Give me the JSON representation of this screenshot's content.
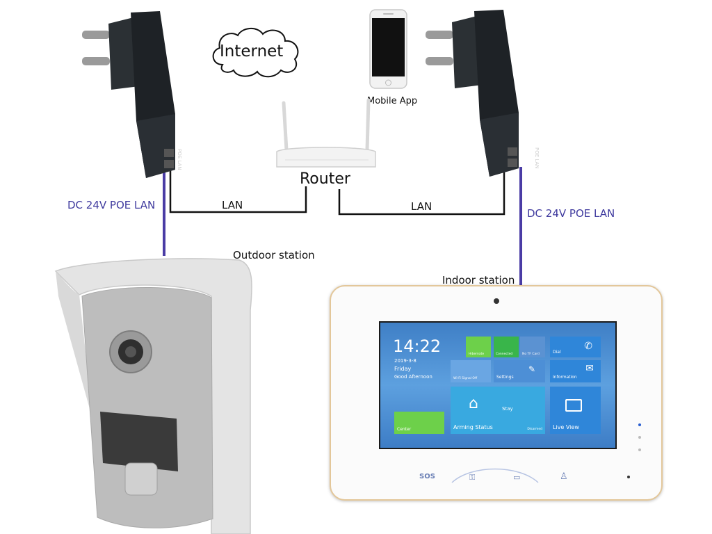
{
  "labels": {
    "internet": "Internet",
    "mobile_app": "Mobile App",
    "router": "Router",
    "lan_left": "LAN",
    "lan_right": "LAN",
    "poe_left": "DC 24V POE LAN",
    "poe_right": "DC 24V POE LAN",
    "outdoor_station": "Outdoor  station",
    "indoor_station": "Indoor station"
  },
  "adapter_text": "POE LAN",
  "indoor_screen": {
    "time": "14:22",
    "date": "2019-3-8",
    "day": "Friday",
    "greeting": "Good Afternoon",
    "tiles": {
      "hibernate": "Hibernate",
      "connected": "Connected",
      "no_tf_card": "No TF Card",
      "dial": "Dial",
      "wifi": "Wi-Fi Signal Off",
      "settings": "Settings",
      "information": "Information",
      "center": "Center",
      "stay": "Stay",
      "arming_status": "Arming Status",
      "disarmed": "Disarmed",
      "live_view": "Live View"
    },
    "sos": "SOS"
  },
  "colors": {
    "poe_line": "#4a3ca5",
    "lan_line": "#111111",
    "adapter_body": "#1e2226",
    "screen_blue": "#4d8fd6",
    "tile_green": "#6dd04a"
  }
}
